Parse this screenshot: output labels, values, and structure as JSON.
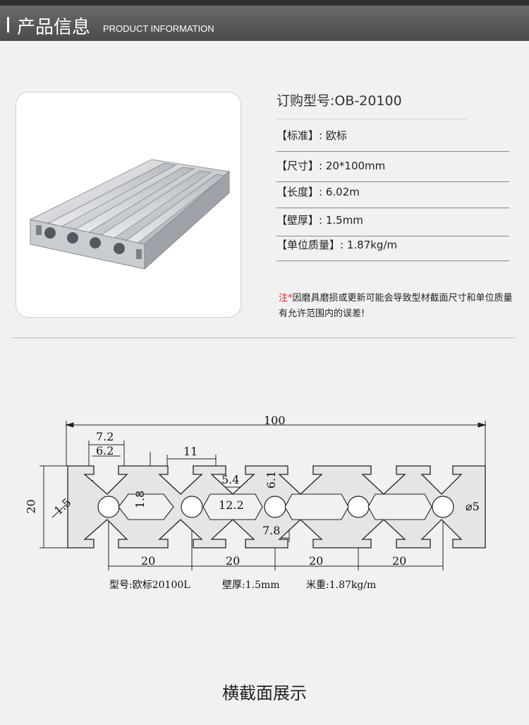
{
  "header": {
    "title_cn": "产品信息",
    "title_en": "PRODUCT INFORMATION"
  },
  "specs": {
    "title": "订购型号:OB-20100",
    "rows": [
      {
        "label": "【标准】:",
        "value": "欧标"
      },
      {
        "label": "【尺寸】:",
        "value": "20*100mm"
      },
      {
        "label": "【长度】:",
        "value": "6.02m"
      },
      {
        "label": "【壁厚】:",
        "value": "1.5mm"
      },
      {
        "label": "【单位质量】:",
        "value": "1.87kg/m"
      }
    ]
  },
  "note": {
    "mark": "注*",
    "text": "因磨具磨损或更新可能会导致型材截面尺寸和单位质量有允许范围内的误差!"
  },
  "drawing": {
    "dims": {
      "overall_width": "100",
      "height": "20",
      "slot_outer": "7.2",
      "slot_inner": "6.2",
      "top_span": "11",
      "depth": "1.8",
      "wall": "1.5",
      "inner_top": "5.4",
      "lip": "6.1",
      "inner_width": "12.2",
      "inner_bottom": "7.8",
      "hole": "⌀5",
      "pitch_1": "20",
      "pitch_2": "20",
      "pitch_3": "20",
      "pitch_4": "20"
    },
    "caption": {
      "model": "型号:欧标20100L",
      "wall": "壁厚:1.5mm",
      "weight": "米重:1.87kg/m"
    }
  },
  "footer_title": "横截面展示",
  "colors": {
    "header_bg": "#555555",
    "profile_fill": "#e5e5e5",
    "note_mark": "#e02020"
  }
}
